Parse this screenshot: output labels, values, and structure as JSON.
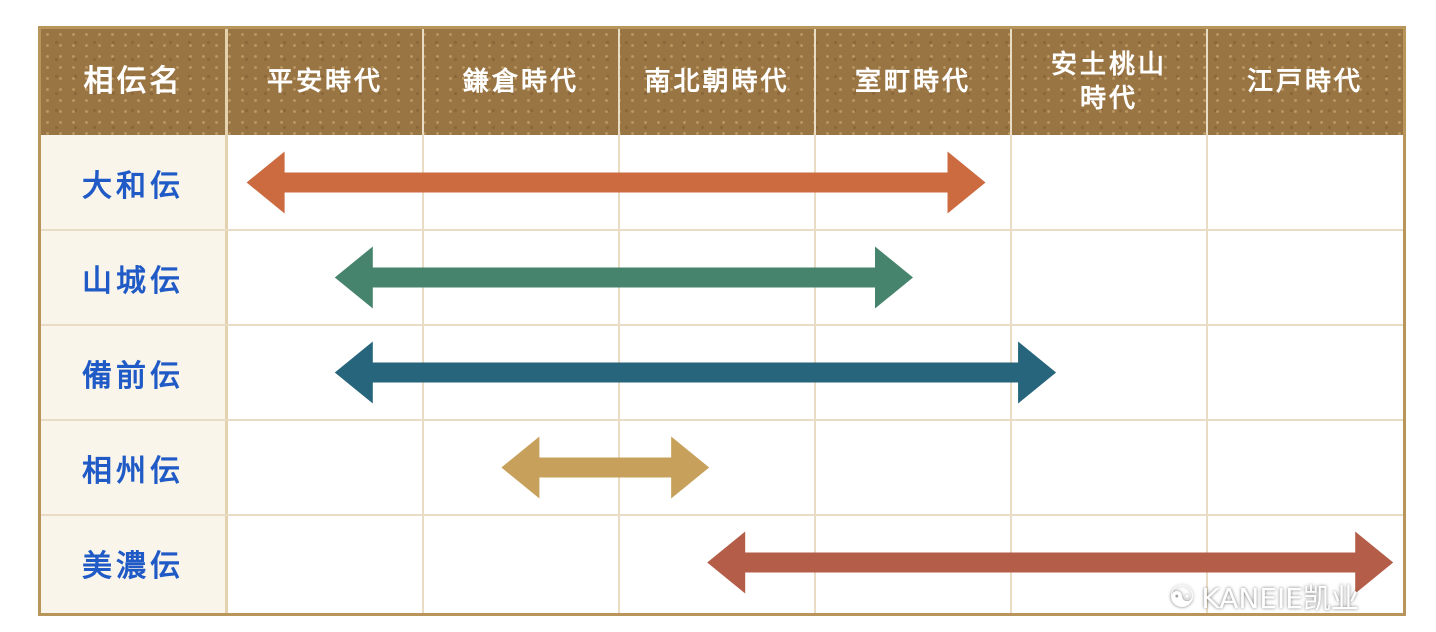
{
  "header": {
    "name_col": "相伝名",
    "periods": [
      "平安時代",
      "鎌倉時代",
      "南北朝時代",
      "室町時代",
      "安土桃山\n時代",
      "江戸時代"
    ]
  },
  "rows": [
    {
      "label": "大和伝",
      "from": 0.1,
      "to": 3.87,
      "color": "#cc6a40"
    },
    {
      "label": "山城伝",
      "from": 0.55,
      "to": 3.5,
      "color": "#46846d"
    },
    {
      "label": "備前伝",
      "from": 0.55,
      "to": 4.23,
      "color": "#26657b"
    },
    {
      "label": "相州伝",
      "from": 1.4,
      "to": 2.46,
      "color": "#c7a05b"
    },
    {
      "label": "美濃伝",
      "from": 2.45,
      "to": 5.95,
      "color": "#b45e49"
    }
  ],
  "watermark": {
    "icon": "wechat-icon",
    "text": "KANEIE凯业"
  }
}
